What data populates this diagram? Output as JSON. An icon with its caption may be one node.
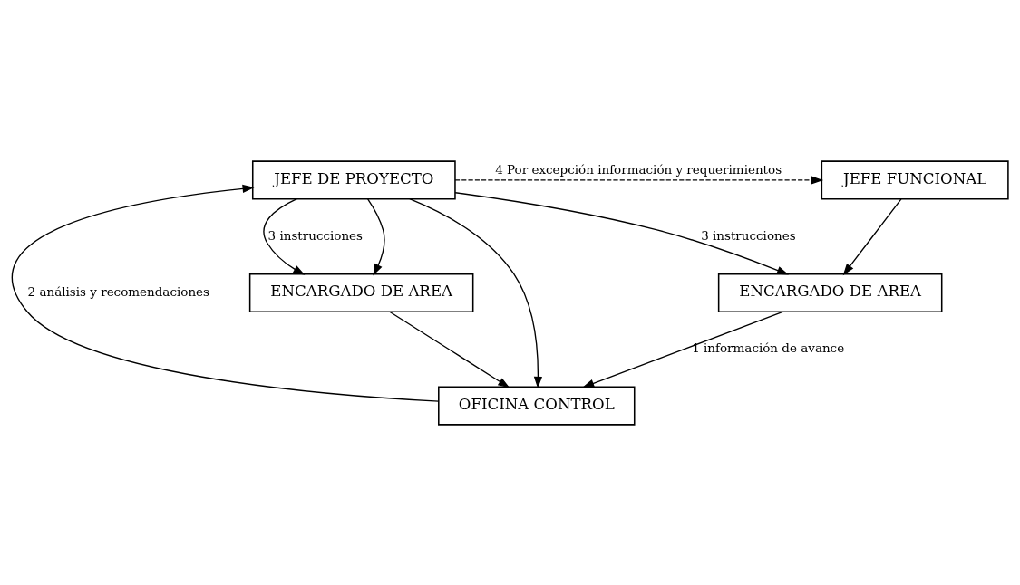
{
  "diagram": {
    "nodes": [
      {
        "text": [
          "JEFE FUNCIONAL"
        ]
      },
      {
        "text": [
          "JEFE DE PROYECTO"
        ]
      },
      {
        "text": [
          "OFICINA CONTROL"
        ]
      },
      {
        "text": [
          "ENCARGADO DE AREA"
        ]
      },
      {
        "text": [
          "ENCARGADO DE AREA"
        ]
      }
    ],
    "edges": [
      {
        "from": 1,
        "to": 0,
        "arrow": "to",
        "style": "dashed",
        "label": "4 Por excepción información y requerimientos"
      },
      {
        "from": 1,
        "to": 3,
        "arrow": "to",
        "label": "3 instrucciones"
      },
      {
        "from": 0,
        "to": 3,
        "arrow": "to"
      },
      {
        "from": 2,
        "to": 1,
        "arrow": "to",
        "label": "2 análisis y recomendaciones"
      },
      {
        "from": 1,
        "to": 2,
        "arrow": "to"
      },
      {
        "from": 1,
        "to": 4,
        "arrow": "to"
      },
      {
        "from": 1,
        "to": 4,
        "arrow": "to",
        "label": "3 instrucciones"
      },
      {
        "from": 3,
        "to": 2,
        "arrow": "to",
        "label": "1 información de avance"
      },
      {
        "from": 4,
        "to": 2,
        "arrow": "to"
      }
    ]
  }
}
